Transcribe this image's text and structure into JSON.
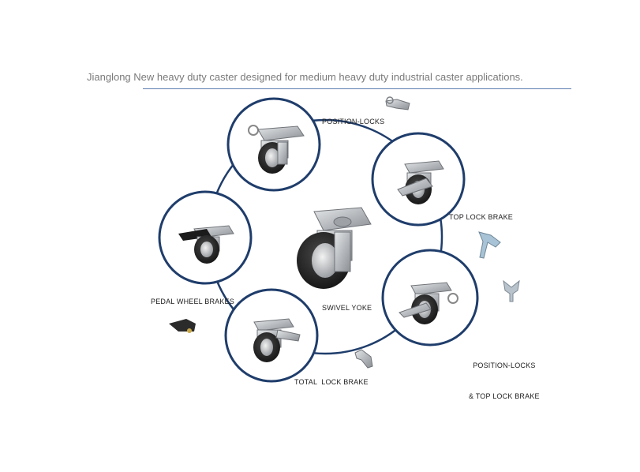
{
  "header": {
    "title": "Jianglong New heavy duty caster designed for medium heavy duty industrial caster applications."
  },
  "labels": {
    "position_locks": "POSITION-LOCKS",
    "top_lock_brake": "TOP LOCK BRAKE",
    "pedal_wheel_brakes": "PEDAL WHEEL BRAKES",
    "swivel_yoke": "SWIVEL YOKE",
    "position_top_lock_line1": "POSITION-LOCKS",
    "position_top_lock_line2": "& TOP LOCK BRAKE",
    "total_lock_brake": "TOTAL  LOCK BRAKE"
  },
  "colors": {
    "circle_stroke": "#1f3d6b",
    "rule": "#5b7db1",
    "title_text": "#7a7a7a",
    "plate_metal": "#b9bcc0",
    "wheel_rubber": "#2a2a2a"
  },
  "icons": [
    "caster-position-lock-icon",
    "caster-top-lock-brake-icon",
    "caster-pedal-brake-icon",
    "caster-swivel-yoke-icon",
    "caster-combo-lock-icon",
    "caster-total-lock-icon",
    "position-lock-part-icon",
    "top-lock-brake-part-icon",
    "wing-nut-part-icon",
    "pedal-brake-part-icon",
    "total-lock-part-icon"
  ]
}
